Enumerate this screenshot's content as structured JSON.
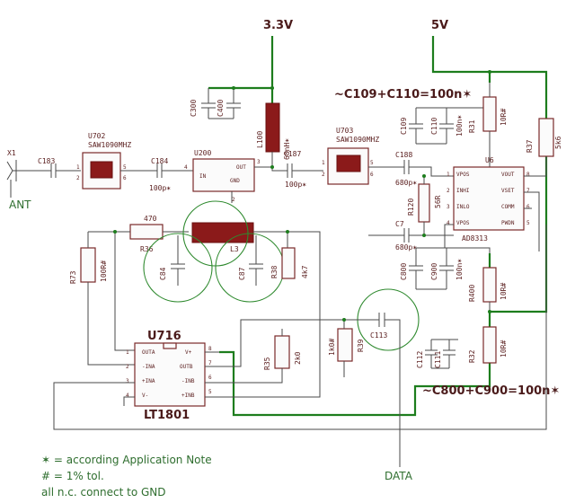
{
  "rails": {
    "v33": "3.3V",
    "v5": "5V"
  },
  "labels": {
    "ant": "ANT",
    "x1": "X1",
    "data": "DATA"
  },
  "notes": {
    "cap_note_top": "~C109+C110=100n✶",
    "cap_note_bottom": "~C800+C900=100n✶",
    "legend_star": "✶ = according Application Note",
    "legend_hash": "# = 1% tol.",
    "legend_nc": "all n.c. connect to GND"
  },
  "ics": {
    "u702": {
      "ref": "U702",
      "value": "SAW1090MHZ",
      "pins": [
        "1",
        "2",
        "5",
        "6"
      ]
    },
    "u703": {
      "ref": "U703",
      "value": "SAW1090MHZ",
      "pins": [
        "1",
        "2",
        "5",
        "6"
      ]
    },
    "u200": {
      "ref": "U200",
      "pin_in": "IN",
      "pin_out": "OUT",
      "pin_gnd": "GND",
      "pins": [
        "4",
        "3",
        "2"
      ]
    },
    "u6": {
      "ref": "U6",
      "value": "AD8313",
      "pins_left": [
        "VPOS",
        "INHI",
        "INLO",
        "VPOS"
      ],
      "pins_right": [
        "VOUT",
        "VSET",
        "COMM",
        "PWDN"
      ],
      "pin_nums": [
        "1",
        "2",
        "3",
        "4",
        "5",
        "6",
        "7",
        "8"
      ]
    },
    "u716": {
      "ref": "U716",
      "value": "LT1801",
      "pins_left": [
        "OUTA",
        "-INA",
        "+INA",
        "V-"
      ],
      "pins_right": [
        "V+",
        "OUTB",
        "-INB",
        "+INB"
      ],
      "pin_nums": [
        "1",
        "2",
        "3",
        "4",
        "8",
        "7",
        "6",
        "5"
      ]
    }
  },
  "parts": {
    "c183": "C183",
    "c184": "C184",
    "c184_val": "100p✶",
    "c300": "C300",
    "c400": "C400",
    "l100": "L100",
    "l100_val": "68nH✶",
    "c187": "C187",
    "c187_val": "100p✶",
    "c188": "C188",
    "c188_val": "680p✶",
    "c109": "C109",
    "c110": "C110",
    "c110_val": "100n✶",
    "r31": "R31",
    "r31_val": "10R#",
    "r37": "R37",
    "r37_val": "5k6",
    "r120": "R120",
    "r120_val": "56R",
    "c7": "C7",
    "c7_val": "680p✶",
    "r36": "R36",
    "r36_val": "470",
    "l3": "L3",
    "c84": "C84",
    "c87": "C87",
    "r38": "R38",
    "r38_val": "4k7",
    "r73": "R73",
    "r73_val": "100R#",
    "c800": "C800",
    "c900": "C900",
    "c900_val": "100n✶",
    "r400": "R400",
    "r400_val": "10R#",
    "r35": "R35",
    "r35_val": "2k0",
    "r39": "R39",
    "r39_val": "1k0#",
    "c113": "C113",
    "c112": "C112",
    "c111": "C111",
    "r32": "R32",
    "r32_val": "10R#"
  }
}
